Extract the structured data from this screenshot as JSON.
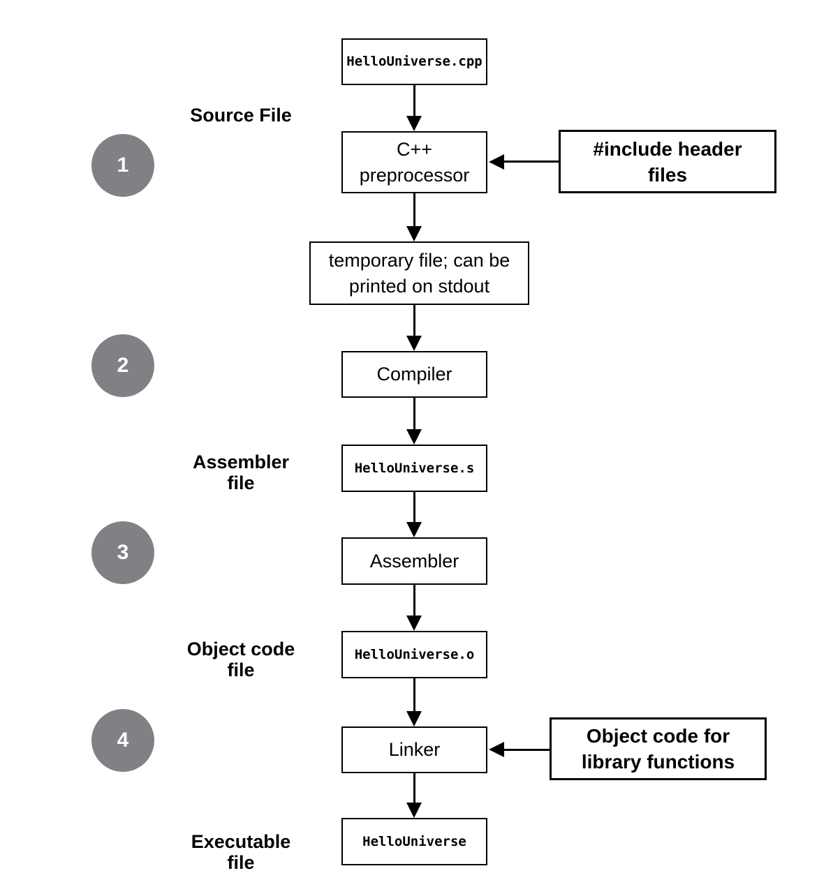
{
  "colors": {
    "circle_fill": "#7f8184",
    "line_color": "#000000",
    "box_background": "#ffffff",
    "text_color": "#000000"
  },
  "steps": {
    "step1": "1",
    "step2": "2",
    "step3": "3",
    "step4": "4"
  },
  "stages": {
    "source_file_label": "Source File",
    "assembler_file_label": "Assembler\nfile",
    "object_code_file_label": "Object code\nfile",
    "executable_file_label": "Executable\nfile"
  },
  "nodes": {
    "source_file": "HelloUniverse.cpp",
    "preprocessor": "C++\npreprocessor",
    "temp_file": "temporary file; can be\nprinted on stdout",
    "compiler": "Compiler",
    "assembler_file": "HelloUniverse.s",
    "assembler": "Assembler",
    "object_file": "HelloUniverse.o",
    "linker": "Linker",
    "executable": "HelloUniverse"
  },
  "side_inputs": {
    "include_headers": "#include header\nfiles",
    "library_objects": "Object code for\nlibrary functions"
  }
}
